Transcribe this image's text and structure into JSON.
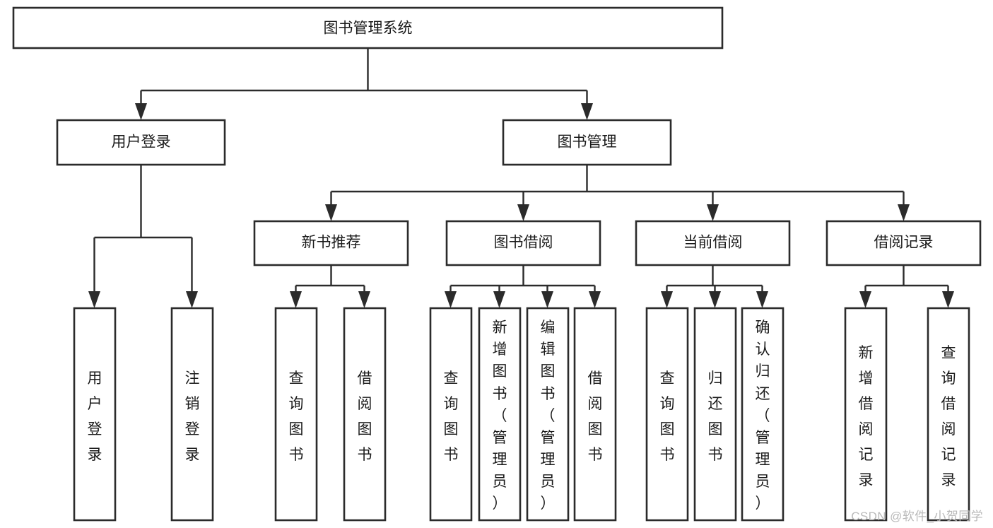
{
  "diagram": {
    "type": "hierarchy-tree",
    "title": "图书管理系统",
    "orientation": "top-down",
    "colors": {
      "box_fill": "#ffffff",
      "box_stroke": "#2b2b2b",
      "text": "#1a1a1a",
      "watermark": "#b9b9b9",
      "background": "#ffffff"
    },
    "root": {
      "id": "root",
      "label": "图书管理系统",
      "orientation": "horizontal"
    },
    "level2": [
      {
        "id": "user-login",
        "label": "用户登录",
        "orientation": "horizontal"
      },
      {
        "id": "book-manage",
        "label": "图书管理",
        "orientation": "horizontal"
      }
    ],
    "level3": [
      {
        "id": "new-book-recommend",
        "label": "新书推荐",
        "parent": "book-manage",
        "orientation": "horizontal"
      },
      {
        "id": "book-borrow",
        "label": "图书借阅",
        "parent": "book-manage",
        "orientation": "horizontal"
      },
      {
        "id": "current-borrow",
        "label": "当前借阅",
        "parent": "book-manage",
        "orientation": "horizontal"
      },
      {
        "id": "borrow-record",
        "label": "借阅记录",
        "parent": "book-manage",
        "orientation": "horizontal"
      }
    ],
    "leaves": [
      {
        "id": "leaf-user-login",
        "label": "用户登录",
        "parent": "user-login",
        "orientation": "vertical"
      },
      {
        "id": "leaf-logout-login",
        "label": "注销登录",
        "parent": "user-login",
        "orientation": "vertical"
      },
      {
        "id": "leaf-query-book-1",
        "label": "查询图书",
        "parent": "new-book-recommend",
        "orientation": "vertical"
      },
      {
        "id": "leaf-borrow-book-1",
        "label": "借阅图书",
        "parent": "new-book-recommend",
        "orientation": "vertical"
      },
      {
        "id": "leaf-query-book-2",
        "label": "查询图书",
        "parent": "book-borrow",
        "orientation": "vertical"
      },
      {
        "id": "leaf-add-book",
        "label": "新增图书（管理员）",
        "parent": "book-borrow",
        "orientation": "vertical"
      },
      {
        "id": "leaf-edit-book",
        "label": "编辑图书（管理员）",
        "parent": "book-borrow",
        "orientation": "vertical"
      },
      {
        "id": "leaf-borrow-book-2",
        "label": "借阅图书",
        "parent": "book-borrow",
        "orientation": "vertical"
      },
      {
        "id": "leaf-query-book-3",
        "label": "查询图书",
        "parent": "current-borrow",
        "orientation": "vertical"
      },
      {
        "id": "leaf-return-book",
        "label": "归还图书",
        "parent": "current-borrow",
        "orientation": "vertical"
      },
      {
        "id": "leaf-confirm-return",
        "label": "确认归还（管理员）",
        "parent": "current-borrow",
        "orientation": "vertical"
      },
      {
        "id": "leaf-add-record",
        "label": "新增借阅记录",
        "parent": "borrow-record",
        "orientation": "vertical"
      },
      {
        "id": "leaf-query-record",
        "label": "查询借阅记录",
        "parent": "borrow-record",
        "orientation": "vertical"
      }
    ]
  },
  "watermark": {
    "text": "CSDN @软件_小贺同学"
  }
}
